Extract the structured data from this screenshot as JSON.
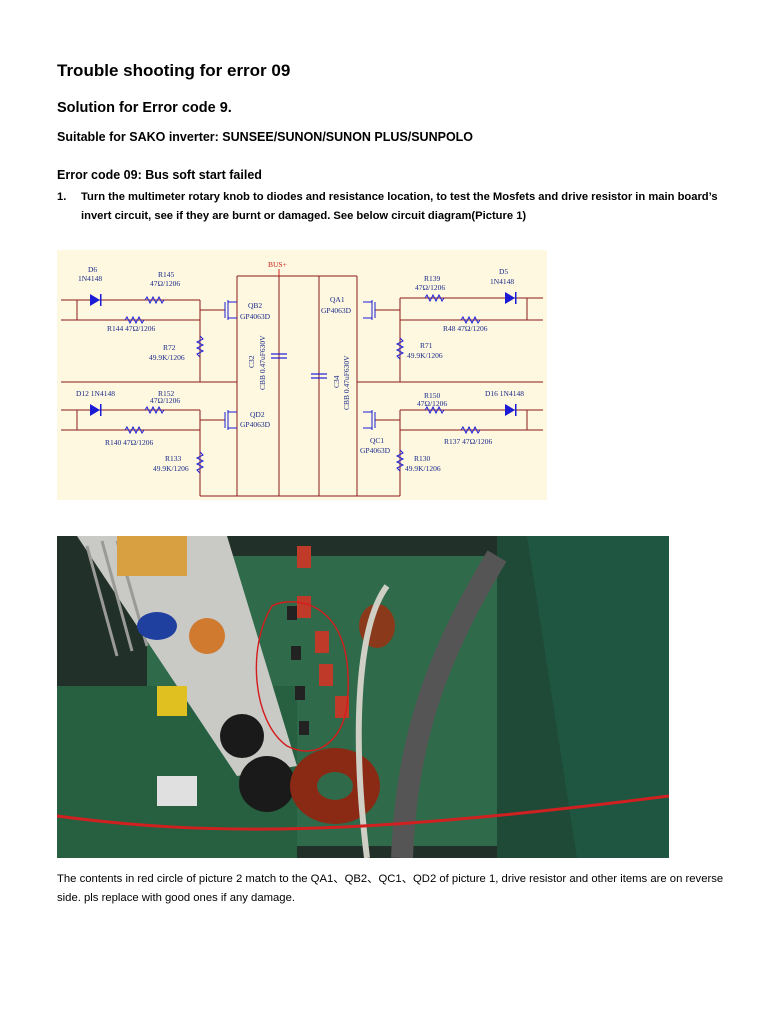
{
  "doc": {
    "title": "Trouble shooting for error 09",
    "subtitle": "Solution for Error code 9.",
    "suitable": "Suitable for SAKO inverter: SUNSEE/SUNON/SUNON PLUS/SUNPOLO",
    "error_heading": "Error code 09: Bus soft start failed",
    "step1_number": "1.",
    "step1_text": "Turn the multimeter rotary knob to diodes and resistance location, to test the Mosfets and drive resistor in main board’s invert circuit, see if they are burnt or damaged. See below circuit diagram(Picture 1)",
    "footer_text": "The contents in red circle of picture 2 match to the QA1、QB2、QC1、QD2 of picture 1, drive resistor and other items are on reverse side. pls replace with good ones if any damage."
  },
  "diagram": {
    "bus_label": "BUS+",
    "labels": {
      "d6": "D6",
      "d6_part": "1N4148",
      "r145": "R145",
      "r145_val": "47Ω/1206",
      "r144": "R144  47Ω/1206",
      "r72": "R72",
      "r72_val": "49.9K/1206",
      "d12": "D12  1N4148",
      "r152": "R152",
      "r152_val": "47Ω/1206",
      "r140": "R140  47Ω/1206",
      "r133": "R133",
      "r133_val": "49.9K/1206",
      "qb2": "QB2",
      "qb2_part": "GP4063D",
      "qd2": "QD2",
      "qd2_part": "GP4063D",
      "c32": "C32",
      "c32_val": "CBB 0.47uF630V",
      "c34": "C34",
      "c34_val": "CBB 0.47uF630V",
      "qa1": "QA1",
      "qa1_part": "GP4063D",
      "qc1": "QC1",
      "qc1_part": "GP4063D",
      "r139": "R139",
      "r139_val": "47Ω/1206",
      "d5": "D5",
      "d5_part": "1N4148",
      "r48": "R48  47Ω/1206",
      "r71": "R71",
      "r71_val": "49.9K/1206",
      "r150": "R150",
      "r150_val": "47Ω/1206",
      "d16": "D16  1N4148",
      "r137": "R137  47Ω/1206",
      "r130": "R130",
      "r130_val": "49.9K/1206"
    }
  },
  "colors": {
    "diagram_bg": "#fdf8df",
    "wire": "#8b1a1a",
    "component": "#1b1bd6",
    "text_blue": "#1a2a8a",
    "bus": "#cc2222",
    "annotation_circle": "#d41c1c"
  }
}
